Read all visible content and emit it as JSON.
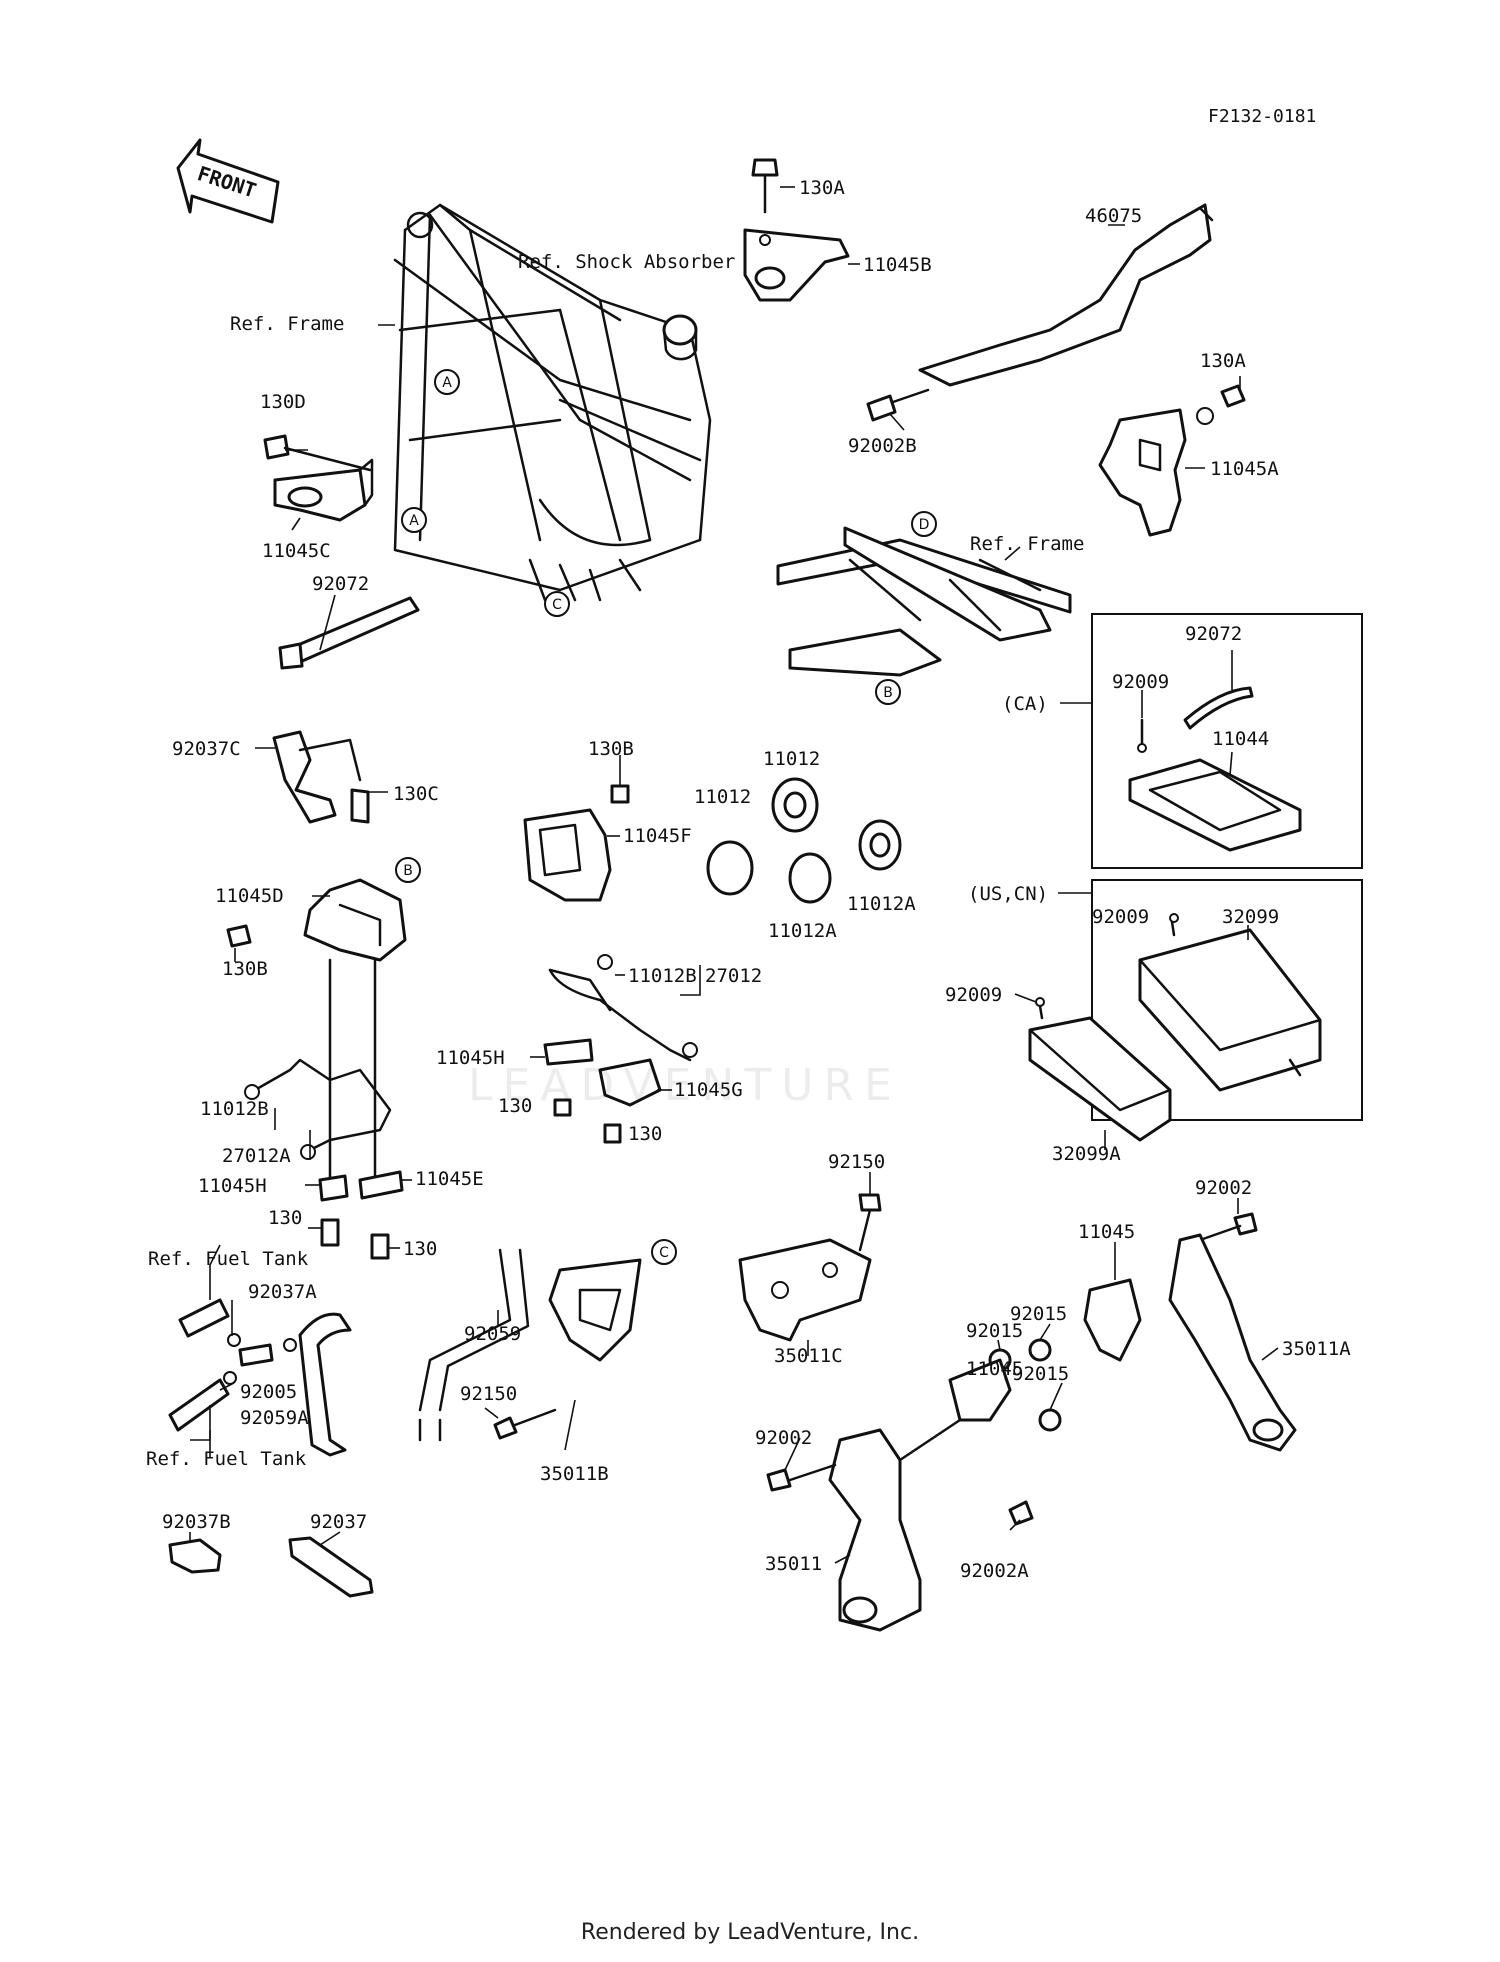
{
  "diagram": {
    "code": "F2132-0181",
    "front_arrow": "FRONT",
    "watermark": "LEADVENTURE"
  },
  "labels": {
    "l130A_top": "130A",
    "shock_ref": "Ref. Shock Absorber",
    "l11045B": "11045B",
    "l46075": "46075",
    "frame_ref_1": "Ref. Frame",
    "l130D": "130D",
    "l11045C": "11045C",
    "l92002B": "92002B",
    "l130A_right": "130A",
    "l11045A": "11045A",
    "frame_ref_2": "Ref. Frame",
    "l92072_left": "92072",
    "l92072_box": "92072",
    "l92009_box1": "92009",
    "ca": "(CA)",
    "l11044": "11044",
    "l92037C": "92037C",
    "l130C": "130C",
    "l130B_mid": "130B",
    "l11012_a": "11012",
    "l11012_b": "11012",
    "l11045F": "11045F",
    "l11012A_a": "11012A",
    "l11012A_b": "11012A",
    "us_cn": "(US,CN)",
    "l92009_box2": "92009",
    "l32099": "32099",
    "l11045D": "11045D",
    "l130B_left": "130B",
    "l11012B_mid": "11012B",
    "l27012": "27012",
    "l92009_loose": "92009",
    "l11045H_mid": "11045H",
    "l11045G": "11045G",
    "l130_mid1": "130",
    "l130_mid2": "130",
    "l32099A": "32099A",
    "l11012B_left": "11012B",
    "l27012A": "27012A",
    "l11045H_left": "11045H",
    "l11045E": "11045E",
    "l130_left1": "130",
    "l130_left2": "130",
    "l92150_top": "92150",
    "l92002_right": "92002",
    "fuel_ref_1": "Ref. Fuel Tank",
    "l92037A": "92037A",
    "l92059": "92059",
    "l35011C": "35011C",
    "l11045_a": "11045",
    "l92015_a": "92015",
    "l92015_b": "92015",
    "l11045_b": "11045",
    "l92015_c": "92015",
    "l35011A": "35011A",
    "l92005": "92005",
    "l92059A": "92059A",
    "l92150_mid": "92150",
    "fuel_ref_2": "Ref. Fuel Tank",
    "l35011B": "35011B",
    "l92002_left": "92002",
    "l92037B": "92037B",
    "l92037": "92037",
    "l35011": "35011",
    "l92002A": "92002A"
  },
  "callouts": {
    "A": "A",
    "B": "B",
    "C": "C",
    "D": "D"
  },
  "footer": "Rendered by LeadVenture, Inc."
}
